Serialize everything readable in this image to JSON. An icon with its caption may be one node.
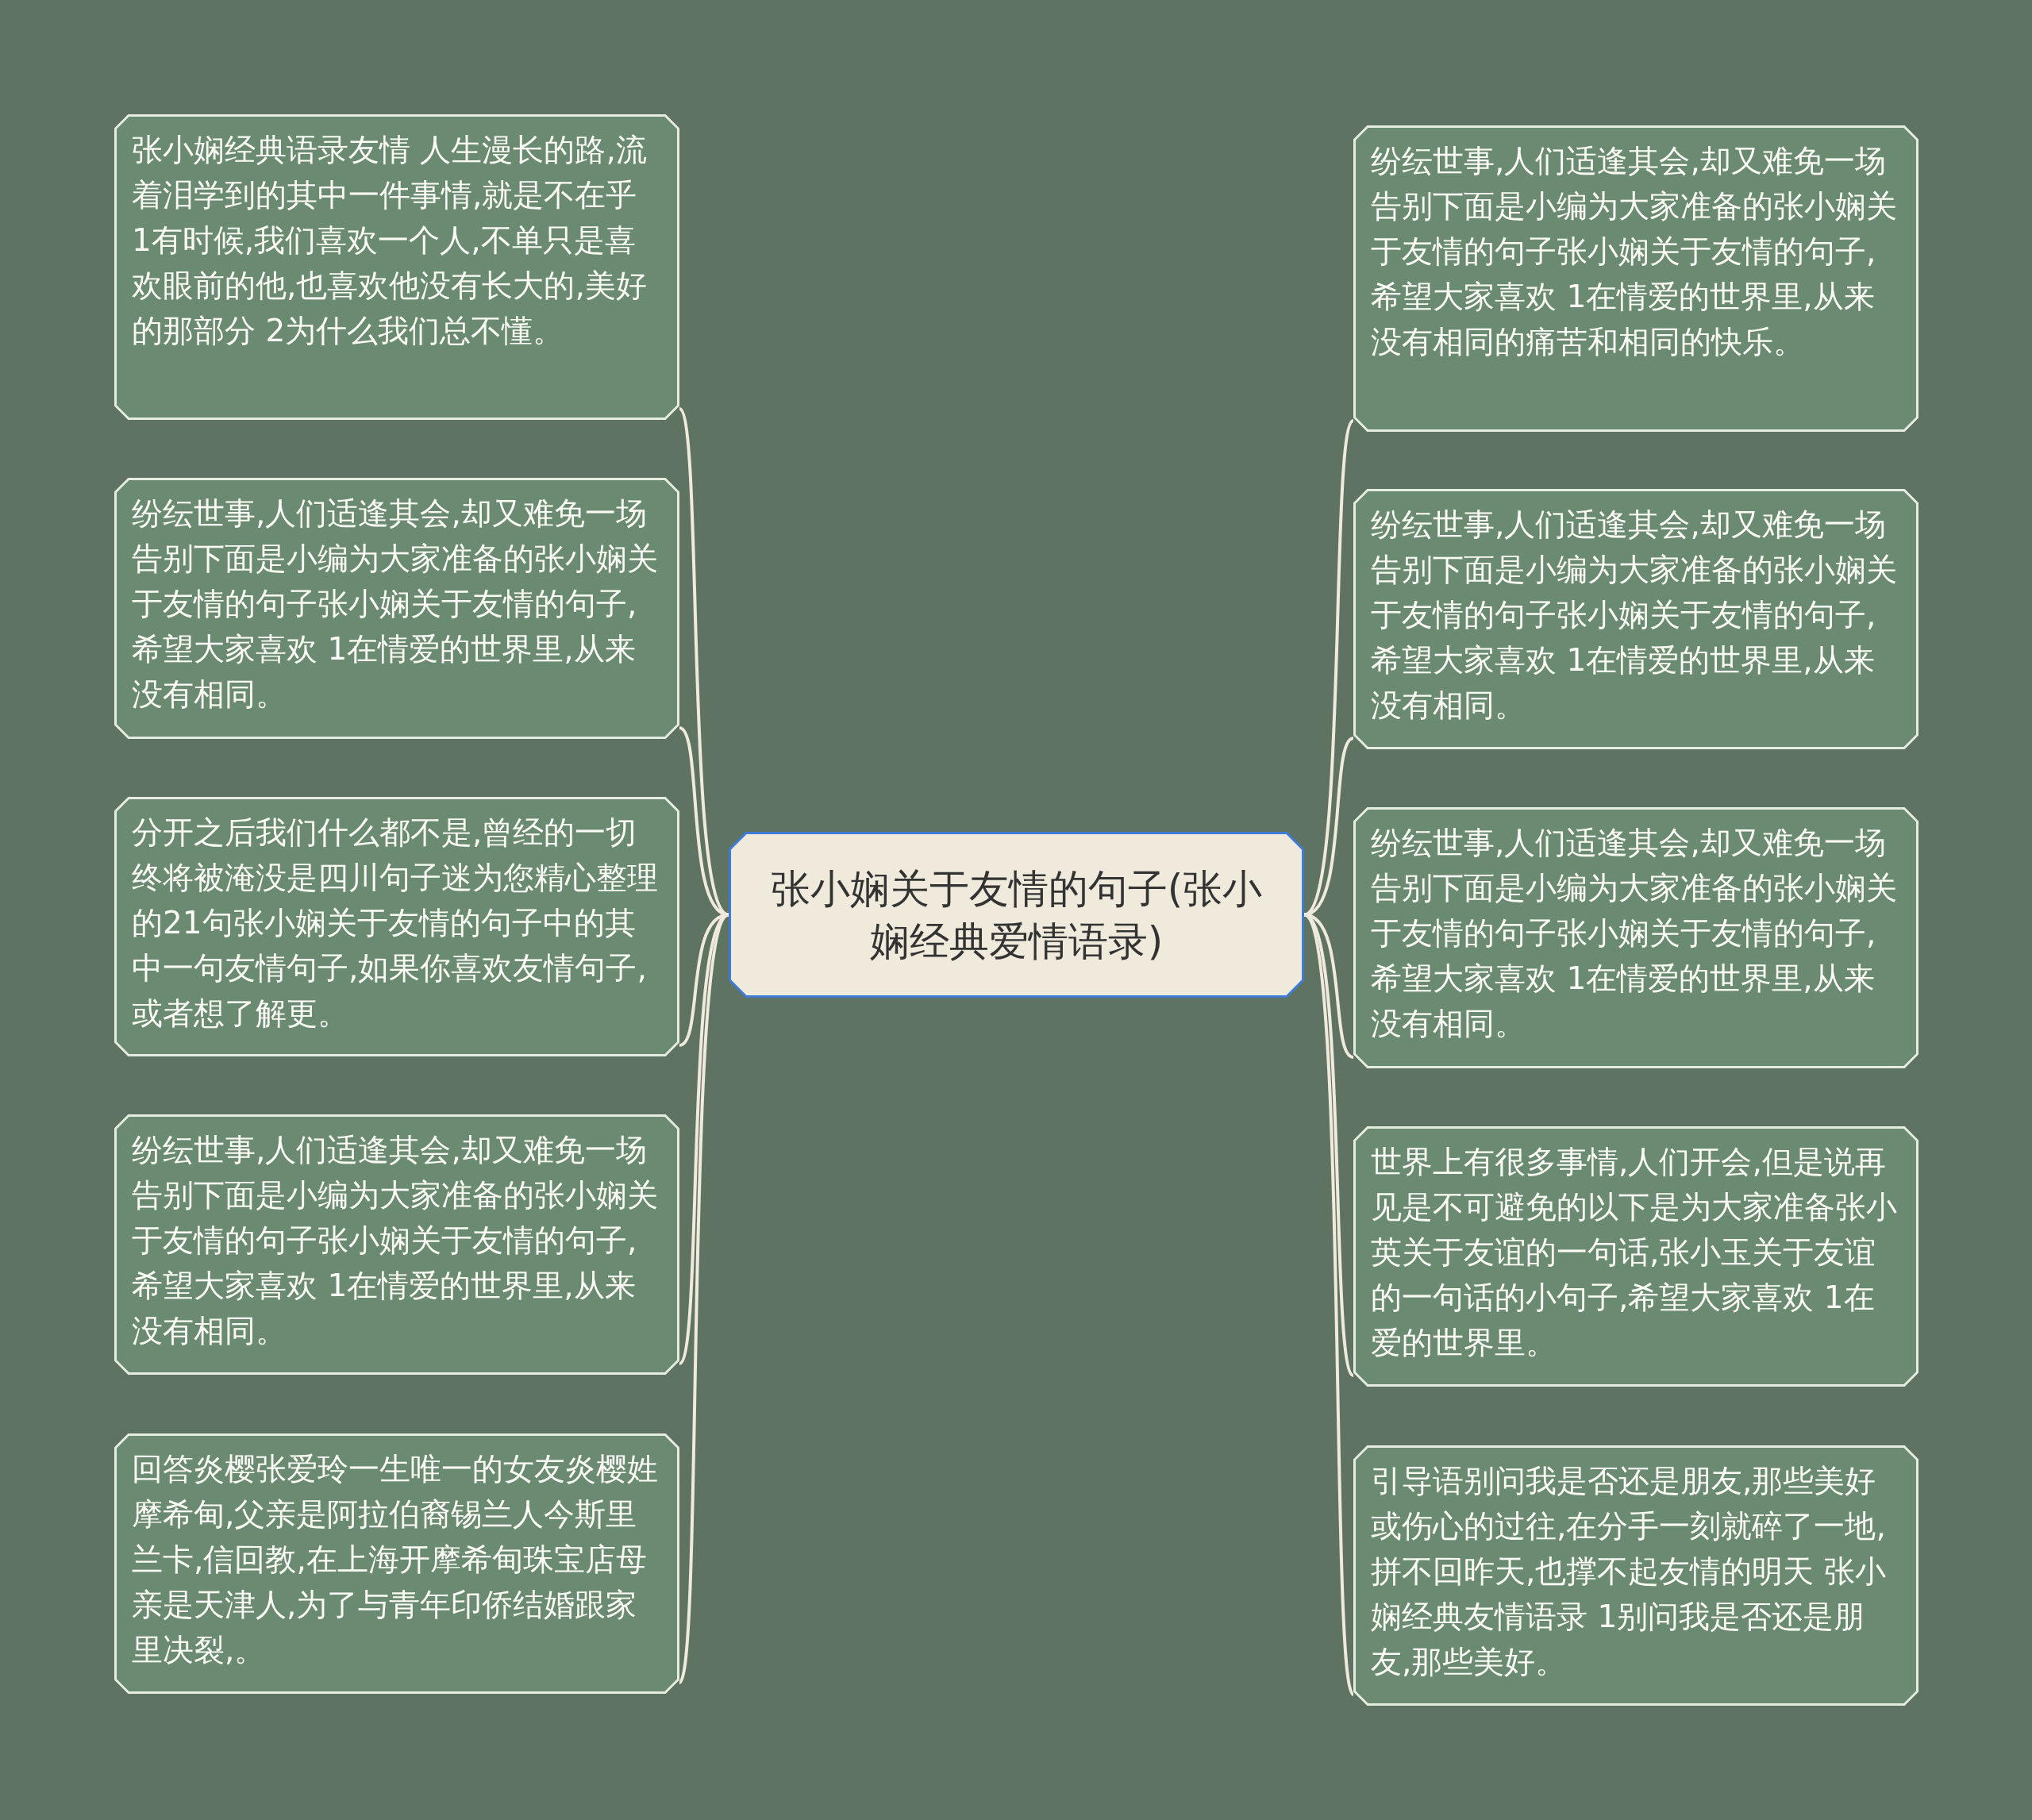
{
  "diagram": {
    "nodes": [
      {
        "text": [
          "张小娴关于友情的句子(张小娴经典爱情语录)"
        ]
      },
      {
        "text": [
          "张小娴经典语录友情 人生漫长的路,流着泪学到的其中一件事情,就是不在乎 1有时候,我们喜欢一个人,不单只是喜欢眼前的他,也喜欢他没有长大的,美好的那部分 2为什么我们总不懂。"
        ]
      },
      {
        "text": [
          "纷纭世事,人们适逢其会,却又难免一场告别下面是小编为大家准备的张小娴关于友情的句子张小娴关于友情的句子,希望大家喜欢 1在情爱的世界里,从来没有相同。"
        ]
      },
      {
        "text": [
          "分开之后我们什么都不是,曾经的一切终将被淹没是四川句子迷为您精心整理的21句张小娴关于友情的句子中的其中一句友情句子,如果你喜欢友情句子,或者想了解更。"
        ]
      },
      {
        "text": [
          "纷纭世事,人们适逢其会,却又难免一场告别下面是小编为大家准备的张小娴关于友情的句子张小娴关于友情的句子,希望大家喜欢 1在情爱的世界里,从来没有相同。"
        ]
      },
      {
        "text": [
          "回答炎樱张爱玲一生唯一的女友炎樱姓摩希甸,父亲是阿拉伯裔锡兰人今斯里兰卡,信回教,在上海开摩希甸珠宝店母亲是天津人,为了与青年印侨结婚跟家里决裂,。"
        ]
      },
      {
        "text": [
          "纷纭世事,人们适逢其会,却又难免一场告别下面是小编为大家准备的张小娴关于友情的句子张小娴关于友情的句子,希望大家喜欢 1在情爱的世界里,从来没有相同的痛苦和相同的快乐。"
        ]
      },
      {
        "text": [
          "纷纭世事,人们适逢其会,却又难免一场告别下面是小编为大家准备的张小娴关于友情的句子张小娴关于友情的句子,希望大家喜欢 1在情爱的世界里,从来没有相同。"
        ]
      },
      {
        "text": [
          "纷纭世事,人们适逢其会,却又难免一场告别下面是小编为大家准备的张小娴关于友情的句子张小娴关于友情的句子,希望大家喜欢 1在情爱的世界里,从来没有相同。"
        ]
      },
      {
        "text": [
          "世界上有很多事情,人们开会,但是说再见是不可避免的以下是为大家准备张小英关于友谊的一句话,张小玉关于友谊的一句话的小句子,希望大家喜欢 1在爱的世界里。"
        ]
      },
      {
        "text": [
          "引导语别问我是否还是朋友,那些美好或伤心的过往,在分手一刻就碎了一地,拼不回昨天,也撑不起友情的明天 张小娴经典友情语录 1别问我是否还是朋友,那些美好。"
        ]
      }
    ],
    "edges": [
      {
        "from": 0,
        "to": 1,
        "arrow": "none"
      },
      {
        "from": 0,
        "to": 2,
        "arrow": "none"
      },
      {
        "from": 0,
        "to": 3,
        "arrow": "none"
      },
      {
        "from": 0,
        "to": 4,
        "arrow": "none"
      },
      {
        "from": 0,
        "to": 5,
        "arrow": "none"
      },
      {
        "from": 0,
        "to": 6,
        "arrow": "none"
      },
      {
        "from": 0,
        "to": 7,
        "arrow": "none"
      },
      {
        "from": 0,
        "to": 8,
        "arrow": "none"
      },
      {
        "from": 0,
        "to": 9,
        "arrow": "none"
      },
      {
        "from": 0,
        "to": 10,
        "arrow": "none"
      }
    ]
  }
}
